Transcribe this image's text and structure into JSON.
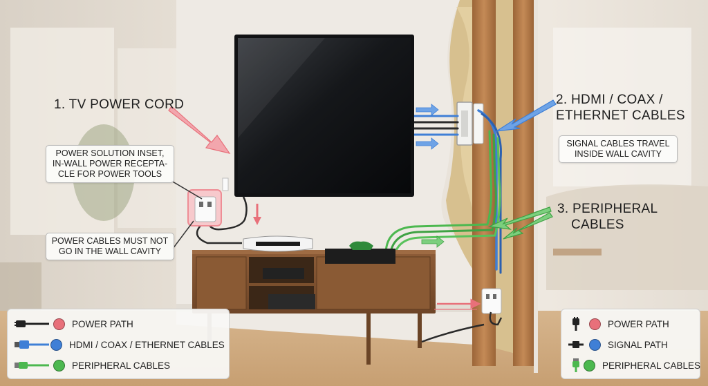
{
  "callouts": {
    "tv_power_cord": "1. TV POWER CORD",
    "signal_line1": "2. HDMI / COAX /",
    "signal_line2": "ETHERNET CABLES",
    "peripheral_line1": "3. PERIPHERAL",
    "peripheral_line2": "CABLES"
  },
  "notes": {
    "inset_line1": "POWER SOLUTION INSET,",
    "inset_line2": "IN-WALL POWER RECEPTA-",
    "inset_line3": "CLE FOR POWER TOOLS",
    "no_cavity_line1": "POWER CABLES MUST NOT",
    "no_cavity_line2": "GO IN THE WALL CAVITY",
    "signal_travel_line1": "SIGNAL CABLES TRAVEL",
    "signal_travel_line2": "INSIDE WALL CAVITY"
  },
  "legend_left": {
    "items": [
      {
        "icon": "power-plug-icon",
        "label": "POWER PATH",
        "color": "#e8707a"
      },
      {
        "icon": "hdmi-plug-icon",
        "label": "HDMI / COAX / ETHERNET CABLES",
        "color": "#3f7fd6"
      },
      {
        "icon": "usb-plug-icon",
        "label": "PERIPHERAL CABLES",
        "color": "#4cb84f"
      }
    ]
  },
  "legend_right": {
    "items": [
      {
        "icon": "power-plug-icon",
        "label": "POWER PATH",
        "color": "#e8707a"
      },
      {
        "icon": "signal-plug-icon",
        "label": "SIGNAL PATH",
        "color": "#3f7fd6"
      },
      {
        "icon": "usb-plug-icon",
        "label": "PERIPHERAL CABLES",
        "color": "#4cb84f"
      }
    ]
  },
  "colors": {
    "power": "#e8707a",
    "signal": "#3f7fd6",
    "peripheral": "#4cb84f",
    "wall": "#eeeae4",
    "wood": "#8a5a34",
    "stud": "#b3794a",
    "insulation": "#dcc69a"
  }
}
